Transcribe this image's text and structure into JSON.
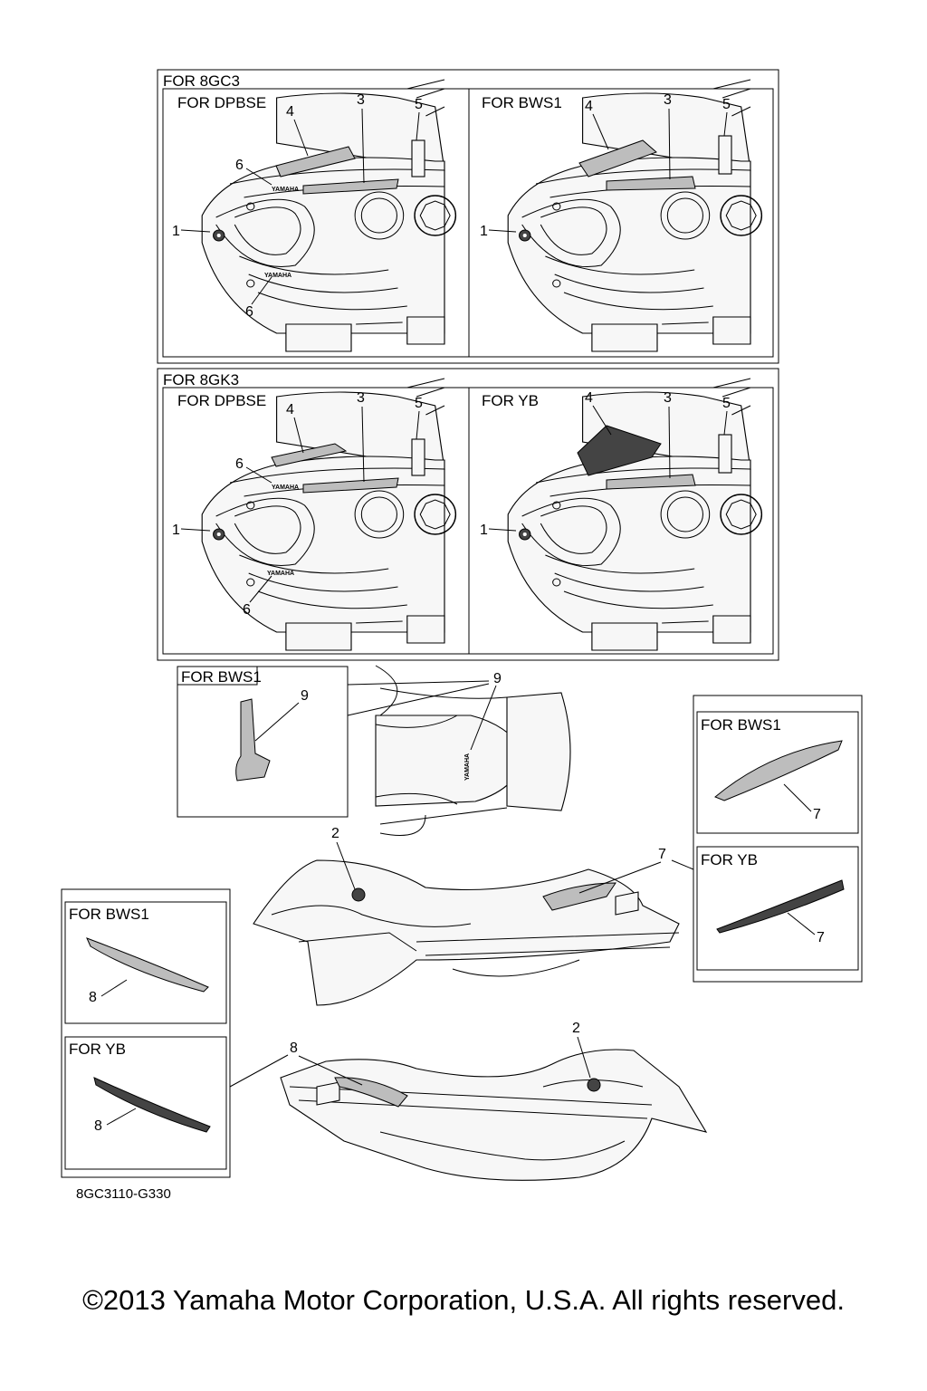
{
  "panels": {
    "top": {
      "title": "FOR 8GC3",
      "left_label": "FOR DPBSE",
      "right_label": "FOR BWS1"
    },
    "middle": {
      "title": "FOR 8GK3",
      "left_label": "FOR DPBSE",
      "right_label": "FOR YB"
    },
    "seat_inset": {
      "label": "FOR BWS1"
    },
    "right_upper": {
      "label": "FOR BWS1"
    },
    "right_lower": {
      "label": "FOR YB"
    },
    "left_upper": {
      "label": "FOR BWS1"
    },
    "left_lower": {
      "label": "FOR YB"
    }
  },
  "callouts": {
    "n1": "1",
    "n2": "2",
    "n3": "3",
    "n4": "4",
    "n5": "5",
    "n6": "6",
    "n7": "7",
    "n8": "8",
    "n9": "9"
  },
  "decal_text": "YAMAHA",
  "drawing_number": "8GC3110-G330",
  "copyright": "©2013 Yamaha Motor Corporation, U.S.A. All rights reserved."
}
